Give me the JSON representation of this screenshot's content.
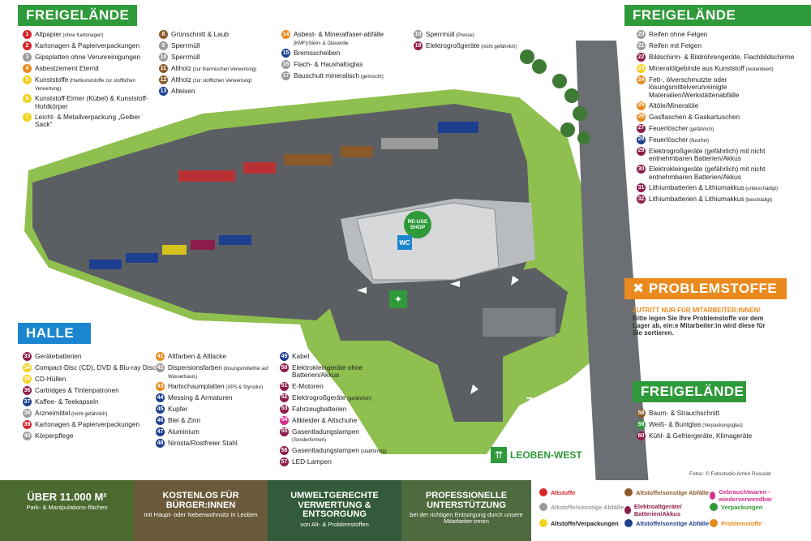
{
  "headers": {
    "freigelaende_left": "FREIGELÄNDE",
    "freigelaende_right": "FREIGELÄNDE",
    "halle": "HALLE",
    "problemstoffe": "PROBLEMSTOFFE",
    "freigelaende_bottom": "FREIGELÄNDE"
  },
  "problem_note": {
    "title": "ZUTRITT NUR FÜR MITARBEITER:INNEN!",
    "text": "Bitte legen Sie Ihre Problemstoffe vor dem Lager ab, ein:e Mitarbeiter:in wird diese für Sie sortieren."
  },
  "legend_left": [
    {
      "n": "1",
      "label": "Altpapier",
      "sub": "(ohne Kartonagen)",
      "color": "#d9262b"
    },
    {
      "n": "2",
      "label": "Kartonagen & Papierverpackungen",
      "sub": "",
      "color": "#d9262b"
    },
    {
      "n": "3",
      "label": "Gipsplatten ohne Verunreinigungen",
      "sub": "",
      "color": "#9b9b9b"
    },
    {
      "n": "4",
      "label": "Asbestzement Eternit",
      "sub": "",
      "color": "#ea8a1e"
    },
    {
      "n": "5",
      "label": "Kunststoffe",
      "sub": "(Hartkunststoffe zur stofflichen Verwertung)",
      "color": "#f2d21c"
    },
    {
      "n": "6",
      "label": "Kunststoff-Eimer (Kübel) & Kunststoff-Hohlkörper",
      "sub": "",
      "color": "#f2d21c"
    },
    {
      "n": "7",
      "label": "Leicht- & Metallverpackung „Gelber Sack“",
      "sub": "",
      "color": "#f2d21c"
    }
  ],
  "legend_mid1": [
    {
      "n": "8",
      "label": "Grünschnitt & Laub",
      "sub": "",
      "color": "#8a5a2b"
    },
    {
      "n": "9",
      "label": "Sperrmüll",
      "sub": "",
      "color": "#9b9b9b"
    },
    {
      "n": "10",
      "label": "Sperrmüll",
      "sub": "",
      "color": "#9b9b9b"
    },
    {
      "n": "11",
      "label": "Altholz",
      "sub": "(zur thermischen Verwertung)",
      "color": "#8a5a2b"
    },
    {
      "n": "12",
      "label": "Altholz",
      "sub": "(zur stofflichen Verwertung)",
      "color": "#8a5a2b"
    },
    {
      "n": "13",
      "label": "Alteisen",
      "sub": "",
      "color": "#1d3f8f"
    }
  ],
  "legend_mid2": [
    {
      "n": "14",
      "label": "Asbest- & Mineralfaser-abfälle",
      "sub": "(KMF)/Stein- & Glaswolle",
      "color": "#ea8a1e"
    },
    {
      "n": "15",
      "label": "Bremsscheiben",
      "sub": "",
      "color": "#1d3f8f"
    },
    {
      "n": "16",
      "label": "Flach- & Haushaltsglas",
      "sub": "",
      "color": "#9b9b9b"
    },
    {
      "n": "17",
      "label": "Bauschutt mineralisch",
      "sub": "(gemischt)",
      "color": "#9b9b9b"
    }
  ],
  "legend_mid3": [
    {
      "n": "18",
      "label": "Sperrmüll",
      "sub": "(Presse)",
      "color": "#9b9b9b"
    },
    {
      "n": "19",
      "label": "Elektrogroßgeräte",
      "sub": "(nicht gefährlich)",
      "color": "#8d1d4a"
    }
  ],
  "legend_right": [
    {
      "n": "20",
      "label": "Reifen ohne Felgen",
      "sub": "",
      "color": "#9b9b9b"
    },
    {
      "n": "21",
      "label": "Reifen mit Felgen",
      "sub": "",
      "color": "#9b9b9b"
    },
    {
      "n": "22",
      "label": "Bildschirm- & Bildröhrengeräte, Flachbildschirme",
      "sub": "",
      "color": "#8d1d4a"
    },
    {
      "n": "23",
      "label": "Mineralölgebinde aus Kunststoff",
      "sub": "(restentleert)",
      "color": "#f2d21c"
    },
    {
      "n": "24",
      "label": "Fett-, ölverschmutzte oder lösungsmittelverunreinigte Materialien/Werkstättenabfälle",
      "sub": "",
      "color": "#ea8a1e"
    },
    {
      "n": "25",
      "label": "Altöle/Mineralöle",
      "sub": "",
      "color": "#ea8a1e"
    },
    {
      "n": "26",
      "label": "Gasflaschen & Gaskartuschen",
      "sub": "",
      "color": "#ea8a1e"
    },
    {
      "n": "27",
      "label": "Feuerlöscher",
      "sub": "(gefährlich)",
      "color": "#8d1d4a"
    },
    {
      "n": "28",
      "label": "Feuerlöscher",
      "sub": "(fluorfrei)",
      "color": "#1d3f8f"
    },
    {
      "n": "29",
      "label": "Elektrogroßgeräte (gefährlich) mit nicht entnehmbaren Batterien/Akkus",
      "sub": "",
      "color": "#8d1d4a"
    },
    {
      "n": "30",
      "label": "Elektrokleingeräte (gefährlich) mit nicht entnehmbaren Batterien/Akkus",
      "sub": "",
      "color": "#8d1d4a"
    },
    {
      "n": "31",
      "label": "Lithiumbatterien & Lithiumakkus",
      "sub": "(unbeschädigt)",
      "color": "#8d1d4a"
    },
    {
      "n": "32",
      "label": "Lithiumbatterien & Lithiumakkus",
      "sub": "(beschädigt)",
      "color": "#8d1d4a"
    }
  ],
  "legend_halle1": [
    {
      "n": "33",
      "label": "Gerätebatterien",
      "sub": "",
      "color": "#8d1d4a"
    },
    {
      "n": "34",
      "label": "Compact-Disc (CD), DVD & Blu-ray Disc",
      "sub": "",
      "color": "#f2d21c"
    },
    {
      "n": "35",
      "label": "CD-Hüllen",
      "sub": "",
      "color": "#f2d21c"
    },
    {
      "n": "36",
      "label": "Cartridges & Tintenpatronen",
      "sub": "",
      "color": "#8d1d4a"
    },
    {
      "n": "37",
      "label": "Kaffee- & Teekapseln",
      "sub": "",
      "color": "#1d3f8f"
    },
    {
      "n": "38",
      "label": "Arzneimittel",
      "sub": "(nicht gefährlich)",
      "color": "#9b9b9b"
    },
    {
      "n": "39",
      "label": "Kartonagen & Papierverpackungen",
      "sub": "",
      "color": "#d9262b"
    },
    {
      "n": "40",
      "label": "Körperpflege",
      "sub": "",
      "color": "#9b9b9b"
    }
  ],
  "legend_halle2": [
    {
      "n": "41",
      "label": "Altfarben & Altlacke",
      "sub": "",
      "color": "#ea8a1e"
    },
    {
      "n": "42",
      "label": "Dispersionsfarben",
      "sub": "(lösungsmittelfrei auf Wasserbasis)",
      "color": "#9b9b9b"
    },
    {
      "n": "43",
      "label": "Hartschaumplatten",
      "sub": "(XPS & Styrodur)",
      "color": "#ea8a1e"
    },
    {
      "n": "44",
      "label": "Messing & Armaturen",
      "sub": "",
      "color": "#1d3f8f"
    },
    {
      "n": "45",
      "label": "Kupfer",
      "sub": "",
      "color": "#1d3f8f"
    },
    {
      "n": "46",
      "label": "Blei & Zinn",
      "sub": "",
      "color": "#1d3f8f"
    },
    {
      "n": "47",
      "label": "Aluminium",
      "sub": "",
      "color": "#1d3f8f"
    },
    {
      "n": "48",
      "label": "Nirosta/Rostfreier Stahl",
      "sub": "",
      "color": "#1d3f8f"
    }
  ],
  "legend_halle3": [
    {
      "n": "49",
      "label": "Kabel",
      "sub": "",
      "color": "#1d3f8f"
    },
    {
      "n": "50",
      "label": "Elektrokleingeräte ohne Batterien/Akkus",
      "sub": "",
      "color": "#8d1d4a"
    },
    {
      "n": "51",
      "label": "E-Motoren",
      "sub": "",
      "color": "#8d1d4a"
    },
    {
      "n": "52",
      "label": "Elektrogroßgeräte",
      "sub": "(gefährlich)",
      "color": "#8d1d4a"
    },
    {
      "n": "53",
      "label": "Fahrzeugbatterien",
      "sub": "",
      "color": "#8d1d4a"
    },
    {
      "n": "54",
      "label": "Altkleider & Altschuhe",
      "sub": "",
      "color": "#d62f8e"
    },
    {
      "n": "55",
      "label": "Gasentladungslampen",
      "sub": "(Sonderformen)",
      "color": "#8d1d4a"
    },
    {
      "n": "56",
      "label": "Gasentladungslampen",
      "sub": "(stabförmig)",
      "color": "#8d1d4a"
    },
    {
      "n": "57",
      "label": "LED-Lampen",
      "sub": "",
      "color": "#8d1d4a"
    }
  ],
  "legend_bottom_right": [
    {
      "n": "58",
      "label": "Baum- & Strauchschnitt",
      "sub": "",
      "color": "#8a5a2b"
    },
    {
      "n": "59",
      "label": "Weiß- & Buntglas",
      "sub": "(Verpackungsglas)",
      "color": "#2f9a3a"
    },
    {
      "n": "60",
      "label": "Kühl- & Gefriergeräte, Klimageräte",
      "sub": "",
      "color": "#8d1d4a"
    }
  ],
  "map_labels": {
    "zu_ausfahrt": "ZU- /AUS-",
    "fahrt": "FAHRT",
    "leoben": "LEOBEN-WEST",
    "reuse": "RE-USE",
    "shop": "SHOP",
    "wc": "WC"
  },
  "credit": "Fotos: © Fotostudio Armin Russold",
  "tiles": [
    {
      "title": "ÜBER 11.000 m²",
      "sub": "Park- & Manipulations-flächen"
    },
    {
      "title": "KOSTENLOS FÜR BÜRGER:INNEN",
      "sub": "mit Haupt- oder Nebenwohnsitz in Leoben"
    },
    {
      "title": "UMWELTGERECHTE VERWERTUNG & ENTSORGUNG",
      "sub": "von Alt- & Problemstoffen"
    },
    {
      "title": "PROFESSIONELLE UNTERSTÜTZUNG",
      "sub": "bei der richtigen Entsorgung durch unsere Mitarbeiter:innen"
    }
  ],
  "key": [
    {
      "label": "Altstoffe",
      "color": "#d9262b",
      "text_color": "#d9262b"
    },
    {
      "label": "Altstoffe/sonstige Abfälle",
      "color": "#9b9b9b",
      "text_color": "#9b9b9b"
    },
    {
      "label": "Altstoffe/Verpackungen",
      "color": "#f2d21c",
      "text_color": "#222222"
    },
    {
      "label": "Altstoffe/sonstige Abfälle",
      "color": "#8a5a2b",
      "text_color": "#8a5a2b"
    },
    {
      "label": "Elektroaltgeräte/ Batterien/Akkus",
      "color": "#8d1d4a",
      "text_color": "#8d1d4a"
    },
    {
      "label": "Altstoffe/sonstige Abfälle",
      "color": "#1d3f8f",
      "text_color": "#1d3f8f"
    },
    {
      "label": "Gebrauchtwaren - wiederverwendbar",
      "color": "#d62f8e",
      "text_color": "#d62f8e"
    },
    {
      "label": "Verpackungen",
      "color": "#2f9a3a",
      "text_color": "#2f9a3a"
    },
    {
      "label": "Problemstoffe",
      "color": "#ea8a1e",
      "text_color": "#ea8a1e"
    }
  ]
}
